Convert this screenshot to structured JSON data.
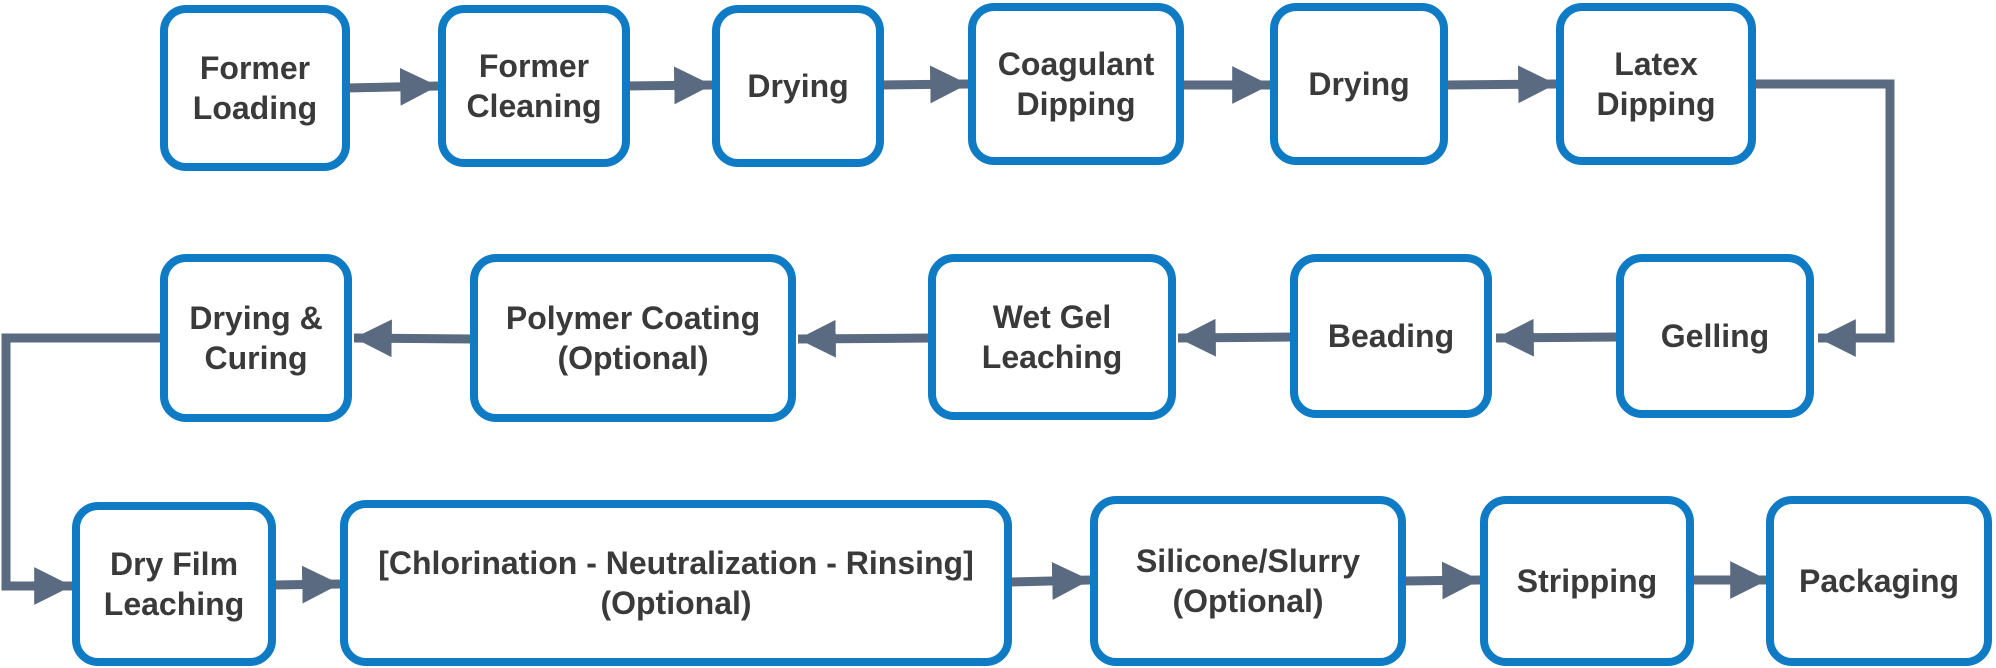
{
  "colors": {
    "box_border": "#0f7bc4",
    "arrow": "#5a6a80",
    "label": "#3a3a3a",
    "background": "#ffffff"
  },
  "steps": {
    "former_loading": "Former\nLoading",
    "former_cleaning": "Former\nCleaning",
    "drying_1": "Drying",
    "coagulant_dipping": "Coagulant\nDipping",
    "drying_2": "Drying",
    "latex_dipping": "Latex\nDipping",
    "gelling": "Gelling",
    "beading": "Beading",
    "wet_gel_leaching": "Wet Gel\nLeaching",
    "polymer_coating": "Polymer Coating\n(Optional)",
    "drying_curing": "Drying &\nCuring",
    "dry_film_leaching": "Dry Film\nLeaching",
    "chlorination": "[Chlorination - Neutralization - Rinsing]\n(Optional)",
    "silicone_slurry": "Silicone/Slurry\n(Optional)",
    "stripping": "Stripping",
    "packaging": "Packaging"
  }
}
